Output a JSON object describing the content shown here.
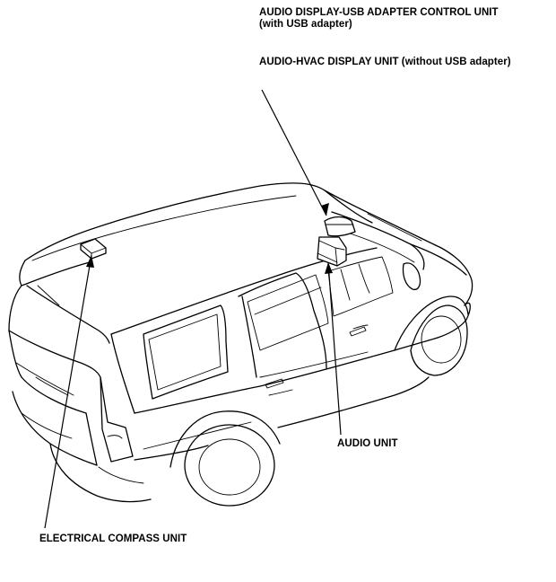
{
  "labels": {
    "display_usb_line1": "AUDIO DISPLAY-USB ADAPTER CONTROL UNIT",
    "display_usb_line2": "(with USB adapter)",
    "hvac_display": "AUDIO-HVAC DISPLAY UNIT (without USB adapter)",
    "audio_unit": "AUDIO UNIT",
    "compass_unit": "ELECTRICAL COMPASS UNIT"
  }
}
